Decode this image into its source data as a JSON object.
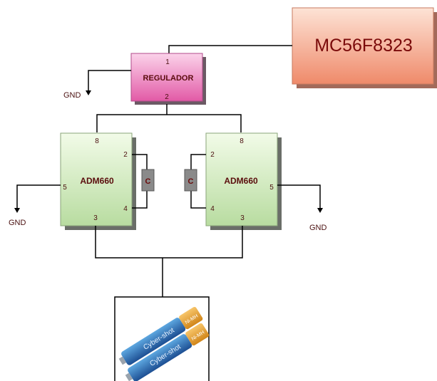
{
  "mcu": {
    "label": "MC56F8323"
  },
  "regulator": {
    "label": "REGULADOR",
    "pin_top": "1",
    "pin_bottom": "2"
  },
  "adm_left": {
    "label": "ADM660",
    "pin_top": "8",
    "pin_2": "2",
    "pin_4": "4",
    "pin_5": "5",
    "pin_3": "3"
  },
  "adm_right": {
    "label": "ADM660",
    "pin_top": "8",
    "pin_2": "2",
    "pin_4": "4",
    "pin_5": "5",
    "pin_3": "3"
  },
  "capacitor_left": {
    "label": "C"
  },
  "capacitor_right": {
    "label": "C"
  },
  "ground": {
    "regulator": "GND",
    "left": "GND",
    "right": "GND"
  },
  "battery": {
    "brand_text_1": "Cyber-shot",
    "brand_text_2": "Cyber-shot",
    "type_text_1": "Ni-MH",
    "type_text_2": "Ni-MH"
  }
}
